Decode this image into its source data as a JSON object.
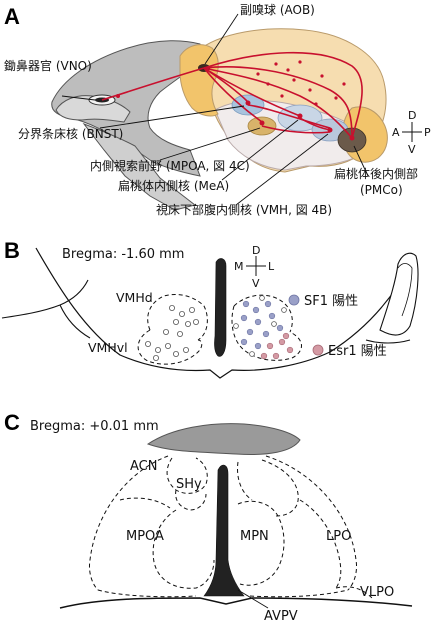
{
  "panel_a": {
    "letter": "A",
    "labels": {
      "aob": "副嗅球 (AOB)",
      "vno": "鋤鼻器官 (VNO)",
      "bnst": "分界条床核 (BNST)",
      "mpoa": "内側視索前野 (MPOA, 図 4C)",
      "mea": "扁桃体内側核 (MeA)",
      "vmh": "視床下部腹内側核 (VMH, 図 4B)",
      "pmco_1": "扁桃体後内側部",
      "pmco_2": "(PMCo)"
    },
    "compass": {
      "d": "D",
      "v": "V",
      "a": "A",
      "p": "P"
    },
    "colors": {
      "projection": "#c8102e",
      "brain": "#f6ddb0",
      "bulb": "#f2c46b",
      "skull": "#bdbdbd",
      "nucleus": "#a9c3dd"
    }
  },
  "panel_b": {
    "letter": "B",
    "bregma": "Bregma: -1.60 mm",
    "labels": {
      "vmhd": "VMHd",
      "vmhvl": "VMHvl"
    },
    "compass": {
      "d": "D",
      "v": "V",
      "m": "M",
      "l": "L"
    },
    "legend": [
      {
        "label": "SF1 陽性",
        "color": "#9aa0c8"
      },
      {
        "label": "Esr1 陽性",
        "color": "#d49aa4"
      }
    ]
  },
  "panel_c": {
    "letter": "C",
    "bregma": "Bregma: +0.01 mm",
    "labels": {
      "acn": "ACN",
      "shy": "SHy",
      "mpoa": "MPOA",
      "mpn": "MPN",
      "lpo": "LPO",
      "vlpo": "VLPO",
      "avpv": "AVPV"
    }
  }
}
